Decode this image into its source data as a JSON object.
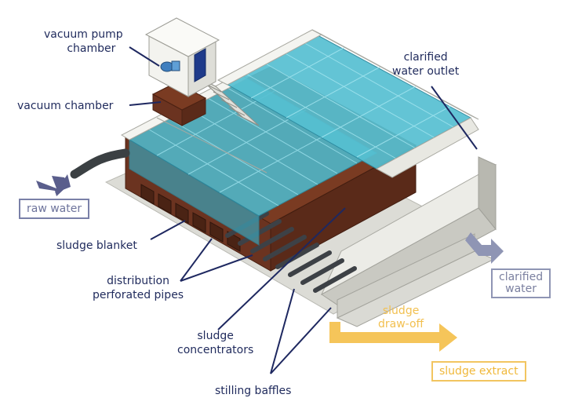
{
  "labels": {
    "vacuum_pump_chamber": [
      "vacuum pump",
      "chamber"
    ],
    "vacuum_chamber": "vacuum chamber",
    "clarified_water_outlet": [
      "clarified",
      "water outlet"
    ],
    "raw_water": "raw water",
    "sludge_blanket": "sludge blanket",
    "distribution_pipes": [
      "distribution",
      "perforated pipes"
    ],
    "sludge_concentrators": [
      "sludge",
      "concentrators"
    ],
    "stilling_baffles": "stilling baffles",
    "clarified_water": [
      "clarified",
      "water"
    ],
    "sludge_drawoff": [
      "sludge",
      "draw-off"
    ],
    "sludge_extract": "sludge extract"
  },
  "colors": {
    "label_text": "#1f2a5c",
    "leader_line": "#1e2860",
    "raw_water_arrow": "#5a5e8c",
    "clarified_arrow": "#8f95b4",
    "sludge_arrow": "#f5c55a",
    "water": "#4fb7c9",
    "sludge": "#6b3320",
    "concrete": "#e6e6e1"
  }
}
